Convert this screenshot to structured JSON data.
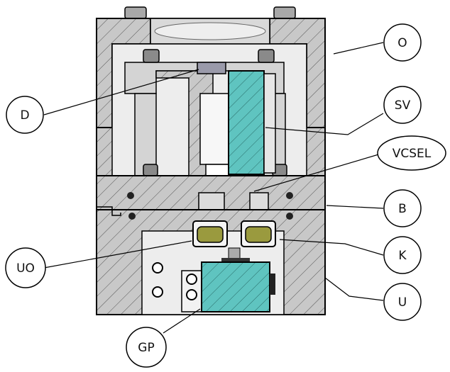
{
  "labels": {
    "O": "O",
    "D": "D",
    "SV": "SV",
    "VCSEL": "VCSEL",
    "B": "B",
    "UO": "UO",
    "K": "K",
    "U": "U",
    "GP": "GP"
  },
  "colors": {
    "body_gray": "#c8c8c8",
    "light_gray": "#e6e6e6",
    "dark_gray": "#8a8a8a",
    "outline": "#000000",
    "cell_teal": "#5fc4c0",
    "optic_olive": "#9a9a3e",
    "background": "#ffffff"
  }
}
